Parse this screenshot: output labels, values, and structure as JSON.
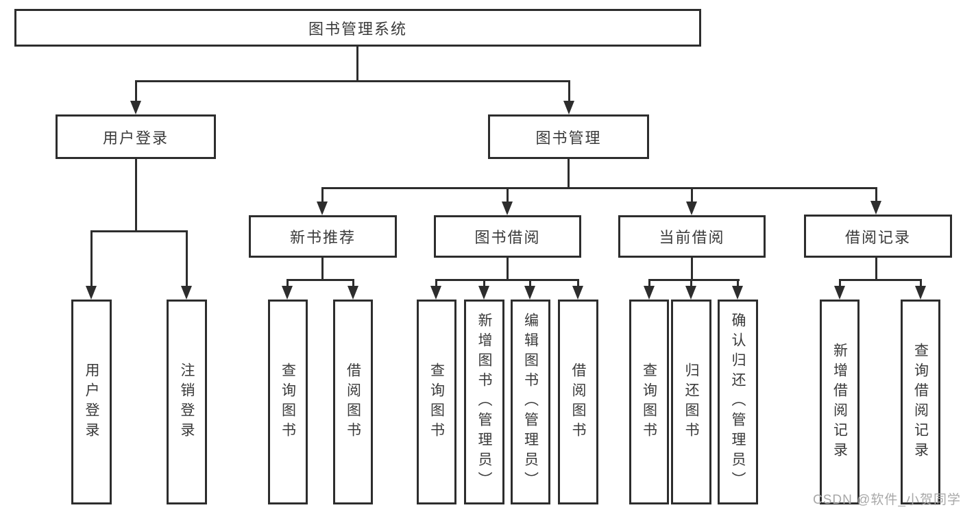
{
  "nodes": {
    "root": "图书管理系统",
    "user_login": "用户登录",
    "book_management": "图书管理",
    "new_book_recommend": "新书推荐",
    "book_borrow": "图书借阅",
    "current_borrow": "当前借阅",
    "borrow_record": "借阅记录",
    "leaf_user_login": "用户登录",
    "leaf_logout": "注销登录",
    "leaf_rec_query_book": "查询图书",
    "leaf_rec_borrow_book": "借阅图书",
    "leaf_bb_query_book": "查询图书",
    "leaf_bb_add_book": "新增图书（管理员）",
    "leaf_bb_edit_book": "编辑图书（管理员）",
    "leaf_bb_borrow_book": "借阅图书",
    "leaf_cb_query_book": "查询图书",
    "leaf_cb_return_book": "归还图书",
    "leaf_cb_confirm_return": "确认归还（管理员）",
    "leaf_br_add_record": "新增借阅记录",
    "leaf_br_query_record": "查询借阅记录"
  },
  "watermark": "CSDN @软件_小贺同学",
  "colors": {
    "line": "#2d2d2d",
    "text": "#3a3a3a",
    "watermark": "#a8a8a8",
    "background": "#ffffff"
  }
}
